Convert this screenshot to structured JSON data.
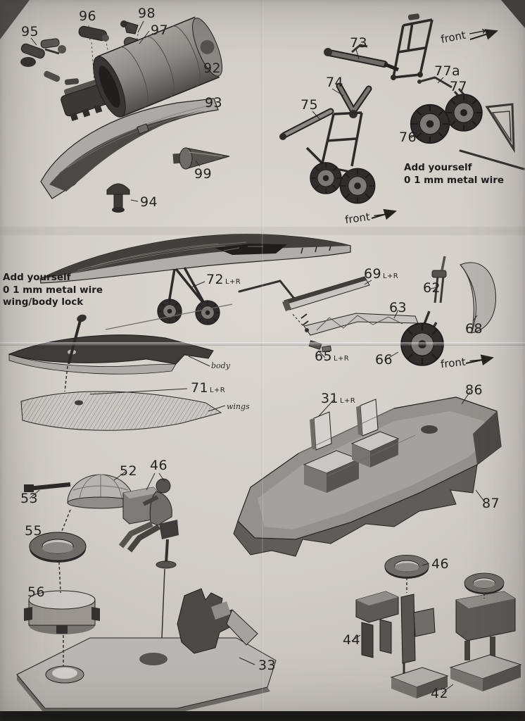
{
  "colors": {
    "paper": "#d0cdc7",
    "ink": "#23221f"
  },
  "icons": {
    "arrow_right": "⟶"
  },
  "notes": {
    "front": "front",
    "add_wire_l1": "Add yourself",
    "add_wire_l2": "0 1 mm metal wire",
    "lock_l3": "wing/body lock",
    "body": "body",
    "wings": "wings"
  },
  "labels": {
    "lr": "L+R",
    "p95": "95",
    "p96": "96",
    "p97": "97",
    "p98": "98",
    "p92": "92",
    "p93": "93",
    "p99": "99",
    "p94": "94",
    "p73": "73",
    "p74": "74",
    "p75": "75",
    "p76": "76",
    "p77": "77",
    "p77a": "77a",
    "p72": "72",
    "p69": "69",
    "p62": "62",
    "p63": "63",
    "p68": "68",
    "p65": "65",
    "p66": "66",
    "p71": "71",
    "p31": "31",
    "p86": "86",
    "p87": "87",
    "p52": "52",
    "p46": "46",
    "p53": "53",
    "p55": "55",
    "p56": "56",
    "p33": "33",
    "p44": "44",
    "p42": "42"
  }
}
